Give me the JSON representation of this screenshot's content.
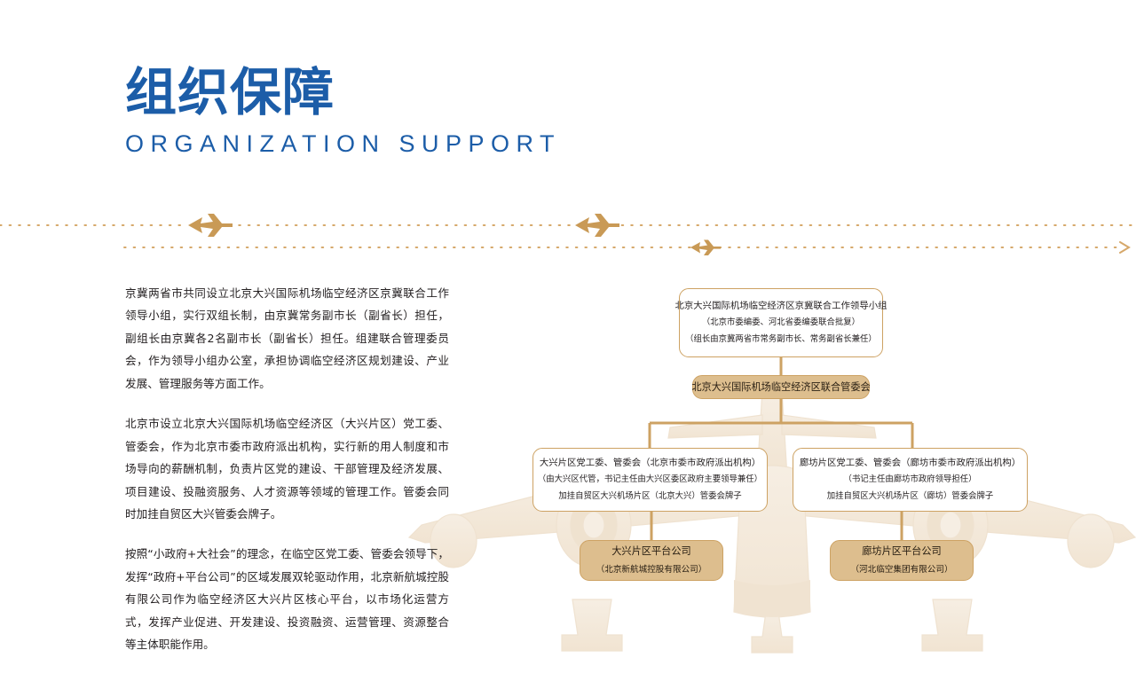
{
  "heading": {
    "title_cn": "组织保障",
    "title_en": "ORGANIZATION SUPPORT",
    "accent_color": "#1C5DA8"
  },
  "palette": {
    "node_border": "#CDA263",
    "node_fill": "#DDBE8E",
    "connector": "#CDA263",
    "watermark": "#F4EADD",
    "dotted_path": "#D6A86A",
    "body_text": "#231f20"
  },
  "body_copy": {
    "paragraphs": [
      "京冀两省市共同设立北京大兴国际机场临空经济区京冀联合工作领导小组，实行双组长制，由京冀常务副市长（副省长）担任，副组长由京冀各2名副市长（副省长）担任。组建联合管理委员会，作为领导小组办公室，承担协调临空经济区规划建设、产业发展、管理服务等方面工作。",
      "北京市设立北京大兴国际机场临空经济区（大兴片区）党工委、管委会，作为北京市委市政府派出机构，实行新的用人制度和市场导向的薪酬机制，负责片区党的建设、干部管理及经济发展、项目建设、投融资服务、人才资源等领域的管理工作。管委会同时加挂自贸区大兴管委会牌子。",
      "按照“小政府+大社会”的理念，在临空区党工委、管委会领导下，发挥“政府+平台公司”的区域发展双轮驱动作用，北京新航城控股有限公司作为临空经济区大兴片区核心平台，以市场化运营方式，发挥产业促进、开发建设、投资融资、运营管理、资源整合等主体职能作用。"
    ]
  },
  "org_chart": {
    "nodes": {
      "lead_group": {
        "line1": "北京大兴国际机场临空经济区京冀联合工作领导小组",
        "line2": "（北京市委编委、河北省委编委联合批复）",
        "line3": "（组长由京冀两省市常务副市长、常务副省长兼任）",
        "style": "outline"
      },
      "joint_committee": {
        "line1": "北京大兴国际机场临空经济区联合管委会",
        "style": "filled"
      },
      "daxing_district": {
        "line1": "大兴片区党工委、管委会（北京市委市政府派出机构）",
        "line2": "（由大兴区代管，书记主任由大兴区委区政府主要领导兼任）",
        "line3": "加挂自贸区大兴机场片区（北京大兴）管委会牌子",
        "style": "outline"
      },
      "langfang_district": {
        "line1": "廊坊片区党工委、管委会（廊坊市委市政府派出机构）",
        "line2": "（书记主任由廊坊市政府领导担任）",
        "line3": "加挂自贸区大兴机场片区（廊坊）管委会牌子",
        "style": "outline"
      },
      "daxing_platform": {
        "line1": "大兴片区平台公司",
        "line2": "（北京新航城控股有限公司）",
        "style": "filled"
      },
      "langfang_platform": {
        "line1": "廊坊片区平台公司",
        "line2": "（河北临空集团有限公司）",
        "style": "filled"
      }
    }
  },
  "decorations": {
    "plane_icon_name": "airplane-icon",
    "watermark_name": "airliner-front-view-watermark",
    "dotted_path_name": "flight-path-dotted-line"
  }
}
